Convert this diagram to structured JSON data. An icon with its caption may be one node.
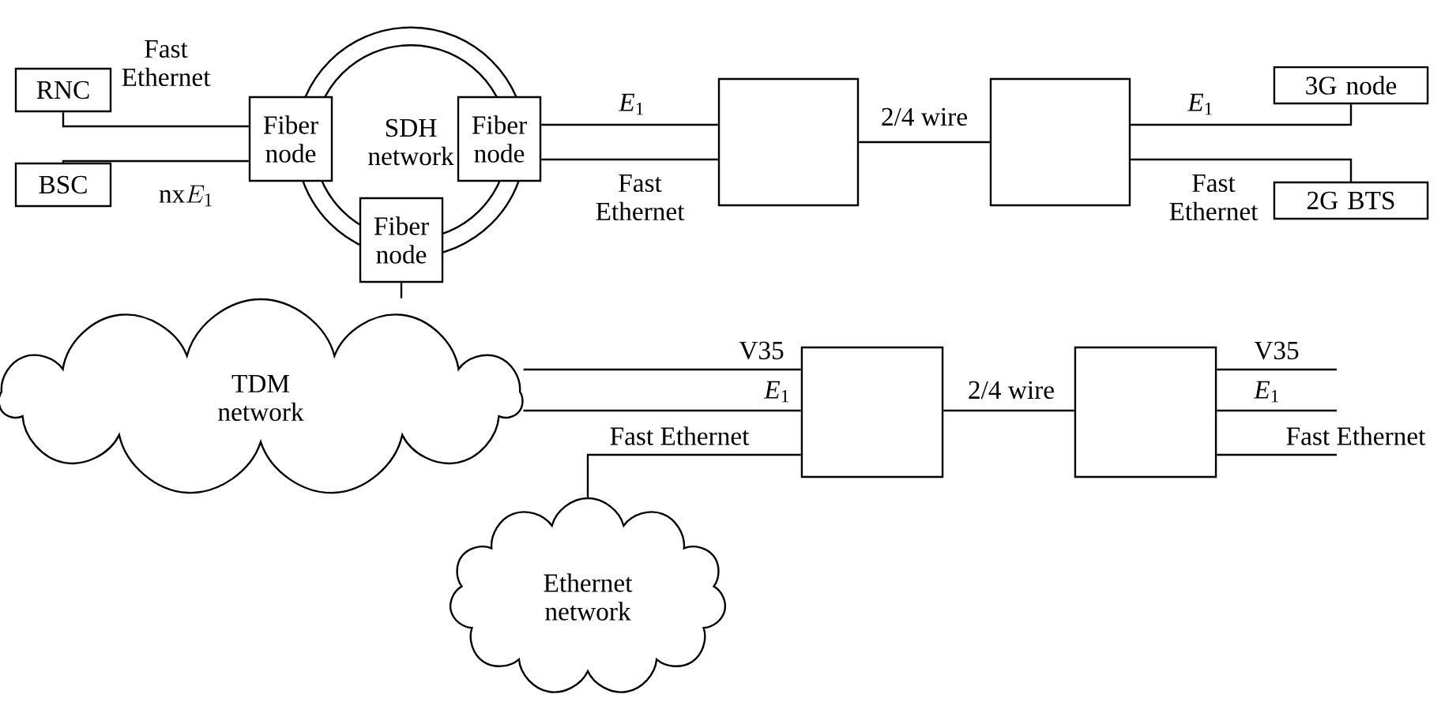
{
  "diagram": {
    "nodes": [
      {
        "text": [
          "RNC"
        ]
      },
      {
        "text": [
          "BSC"
        ]
      },
      {
        "text": [
          "SDH network"
        ]
      },
      {
        "text": [
          "Fiber node"
        ]
      },
      {
        "text": [
          "Fiber node"
        ]
      },
      {
        "text": [
          "Fiber node"
        ]
      },
      {
        "text": [],
        "shape": "box"
      },
      {
        "text": [],
        "shape": "box"
      },
      {
        "text": [
          "3G node"
        ]
      },
      {
        "text": [
          "2G BTS"
        ]
      },
      {
        "text": [
          "TDM network"
        ]
      },
      {
        "text": [],
        "shape": "box"
      },
      {
        "text": [],
        "shape": "box"
      },
      {
        "text": [
          "Ethernet network"
        ]
      }
    ],
    "edges": [
      {
        "from": 0,
        "to": 3,
        "arrow": "none",
        "label": "Fast Ethernet"
      },
      {
        "from": 1,
        "to": 3,
        "arrow": "none",
        "label": "\\mathrm{nx}E_{1}"
      },
      {
        "from": 4,
        "to": 6,
        "arrow": "none",
        "label": "*E*$_{1}$"
      },
      {
        "from": 4,
        "to": 6,
        "arrow": "none",
        "label": "Fast Ethernet"
      },
      {
        "from": 6,
        "to": 7,
        "arrow": "none",
        "label": "2/4 wire"
      },
      {
        "from": 7,
        "to": 8,
        "arrow": "none",
        "label": "*E*$_{1}$"
      },
      {
        "from": 7,
        "to": 9,
        "arrow": "none",
        "label": "Fast Ethernet"
      },
      {
        "from": 5,
        "to": 10,
        "arrow": "none"
      },
      {
        "from": 10,
        "to": 11,
        "arrow": "none",
        "label": "V35"
      },
      {
        "from": 10,
        "to": 11,
        "arrow": "none",
        "label": "*E*$_{1}$"
      },
      {
        "from": 13,
        "to": 11,
        "arrow": "none",
        "label": "Fast Ethernet"
      },
      {
        "from": 11,
        "to": 12,
        "arrow": "none",
        "label": "2/4 wire"
      },
      {
        "from": 12,
        "to": null,
        "arrow": "none",
        "label": "V35"
      },
      {
        "from": 12,
        "to": null,
        "arrow": "none",
        "label": "*E*$_{1}$"
      },
      {
        "from": 12,
        "to": null,
        "arrow": "none",
        "label": "Fast Ethernet"
      }
    ]
  }
}
